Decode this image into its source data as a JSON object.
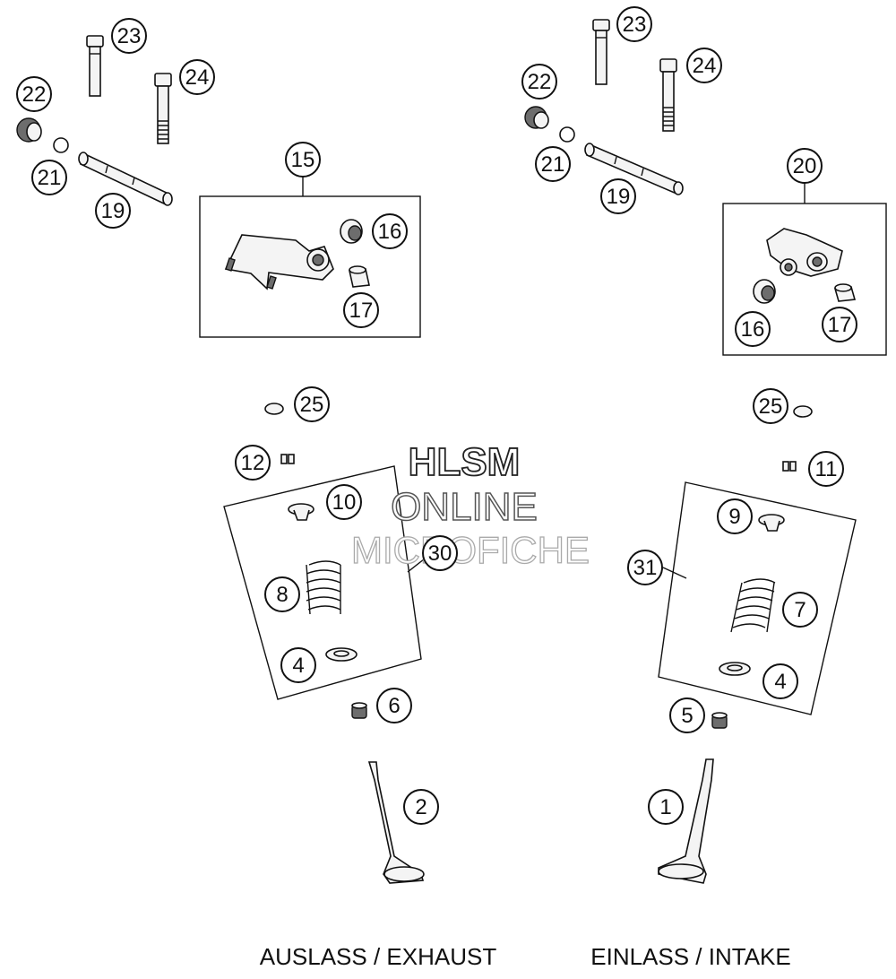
{
  "captions": {
    "exhaust": "AUSLASS / EXHAUST",
    "intake": "EINLASS / INTAKE"
  },
  "watermark": {
    "line1": "HLSM",
    "line2": "ONLINE",
    "line3": "MICROFICHE"
  },
  "callouts": {
    "c23a": "23",
    "c24a": "24",
    "c22a": "22",
    "c21a": "21",
    "c19a": "19",
    "c15": "15",
    "c16a": "16",
    "c17a": "17",
    "c23b": "23",
    "c24b": "24",
    "c22b": "22",
    "c21b": "21",
    "c19b": "19",
    "c20": "20",
    "c16b": "16",
    "c17b": "17",
    "c25a": "25",
    "c12": "12",
    "c10": "10",
    "c30": "30",
    "c8": "8",
    "c4a": "4",
    "c6": "6",
    "c2": "2",
    "c25b": "25",
    "c11": "11",
    "c9": "9",
    "c31": "31",
    "c7": "7",
    "c4b": "4",
    "c5": "5",
    "c1": "1"
  }
}
